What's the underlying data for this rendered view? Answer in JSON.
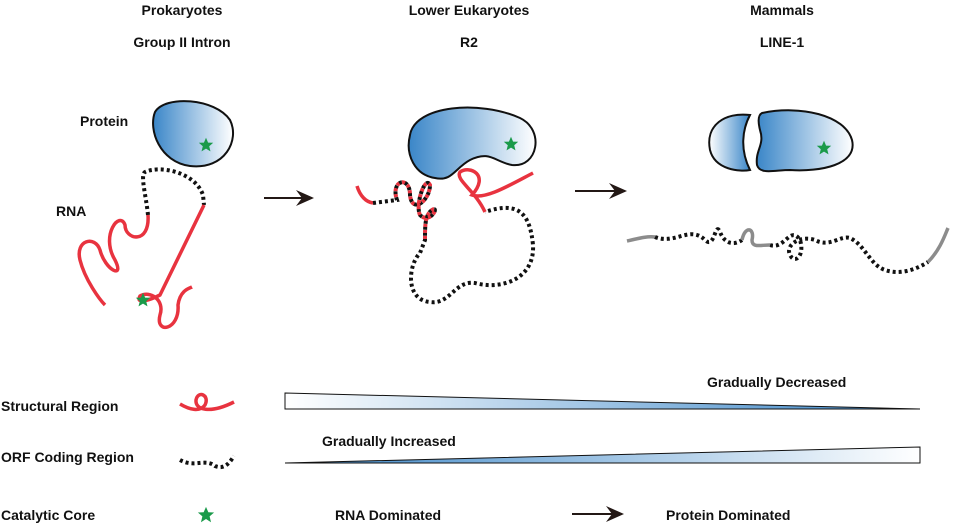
{
  "columns": [
    {
      "organism": "Prokaryotes",
      "element": "Group II Intron"
    },
    {
      "organism": "Lower Eukaryotes",
      "element": "R2"
    },
    {
      "organism": "Mammals",
      "element": "LINE-1"
    }
  ],
  "labels": {
    "protein": "Protein",
    "rna": "RNA"
  },
  "legend": {
    "structural": "Structural Region",
    "orf": "ORF Coding Region",
    "catalytic": "Catalytic Core"
  },
  "gradients": {
    "decreased": "Gradually Decreased",
    "increased": "Gradually Increased"
  },
  "transition": {
    "from": "RNA Dominated",
    "to": "Protein Dominated"
  },
  "colors": {
    "rna": "#e8333f",
    "orf": "#111111",
    "protein_dark": "#3a86c8",
    "core": "#1a9a4a",
    "grey": "#8c8c8c"
  }
}
